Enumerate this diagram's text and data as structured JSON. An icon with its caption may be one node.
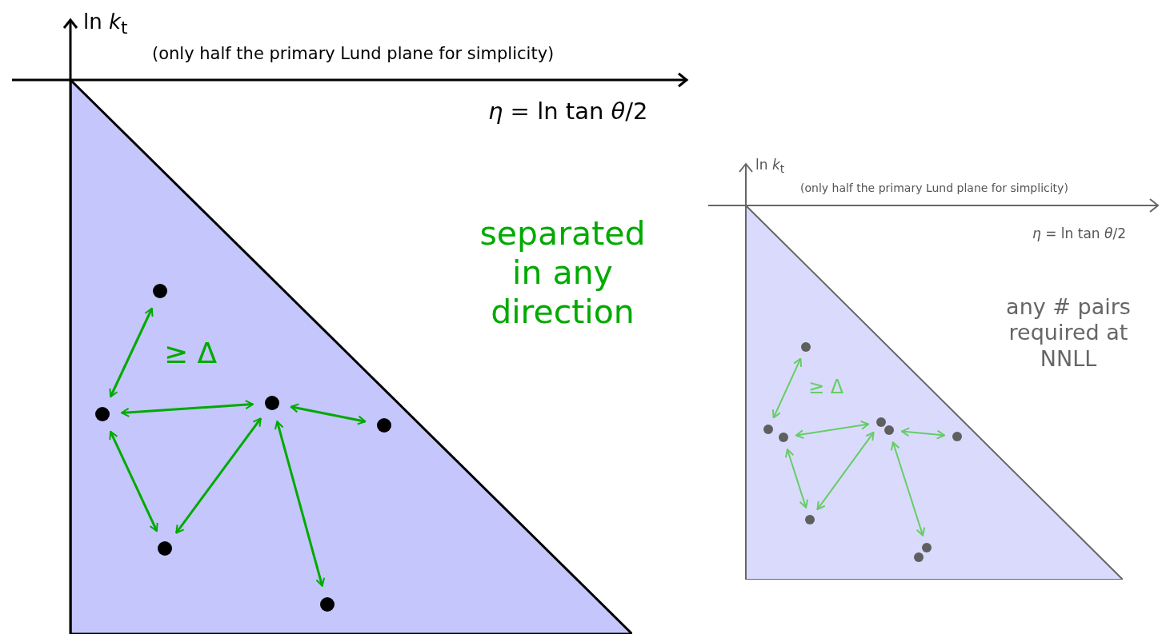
{
  "diagram": {
    "nodes": [
      {
        "text": [],
        "shape": "triangle"
      },
      {
        "text": [],
        "shape": "circle",
        "in": 0
      },
      {
        "text": [],
        "shape": "circle",
        "in": 0
      },
      {
        "text": [],
        "shape": "circle",
        "in": 0
      },
      {
        "text": [],
        "shape": "circle",
        "in": 0
      },
      {
        "text": [],
        "shape": "circle",
        "in": 0
      },
      {
        "text": [],
        "shape": "circle",
        "in": 0
      },
      {
        "text": [],
        "shape": "triangle"
      },
      {
        "text": [],
        "shape": "circle",
        "in": 7
      },
      {
        "text": [],
        "shape": "circle",
        "in": 7
      },
      {
        "text": [],
        "shape": "circle",
        "in": 7
      },
      {
        "text": [],
        "shape": "circle",
        "in": 7
      },
      {
        "text": [],
        "shape": "circle",
        "in": 7
      },
      {
        "text": [],
        "shape": "circle",
        "in": 7
      },
      {
        "text": [],
        "shape": "circle",
        "in": 7
      },
      {
        "text": [],
        "shape": "circle",
        "in": 7
      },
      {
        "text": [],
        "shape": "circle",
        "in": 7
      }
    ],
    "edges": [
      {
        "from": 1,
        "to": 2,
        "arrow": "both"
      },
      {
        "from": 2,
        "to": 3,
        "arrow": "both"
      },
      {
        "from": 3,
        "to": 4,
        "arrow": "both"
      },
      {
        "from": 2,
        "to": 5,
        "arrow": "both"
      },
      {
        "from": 5,
        "to": 3,
        "arrow": "both"
      },
      {
        "from": 3,
        "to": 6,
        "arrow": "both"
      },
      {
        "from": 8,
        "to": 9,
        "arrow": "both",
        "color": "#66cc66"
      },
      {
        "from": 10,
        "to": 11,
        "arrow": "both",
        "color": "#66cc66"
      },
      {
        "from": 12,
        "to": 13,
        "arrow": "both",
        "color": "#66cc66"
      },
      {
        "from": 10,
        "to": 14,
        "arrow": "both",
        "color": "#66cc66"
      },
      {
        "from": 14,
        "to": 11,
        "arrow": "both",
        "color": "#66cc66"
      },
      {
        "from": 12,
        "to": 15,
        "arrow": "both",
        "color": "#66cc66"
      }
    ],
    "labels": [
      "ln *k*$_{t}$",
      "(only half the primary Lund plane for simplicity)",
      "*η* = ln tan *θ*/2",
      "separated in any direction",
      "≥ Δ",
      "ln *k*$_{t}$",
      "(only half the primary Lund plane for simplicity)",
      "*η* = ln tan *θ*/2",
      "any # pairs required at NNLL",
      "≥ Δ"
    ]
  }
}
